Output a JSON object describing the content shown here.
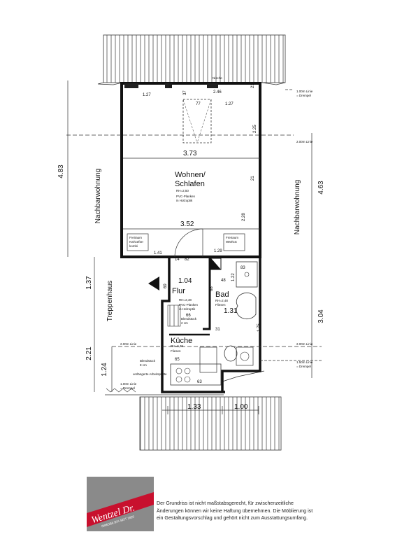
{
  "rooms": {
    "wohnen": {
      "name_line1": "Wohnen/",
      "name_line2": "Schlafen",
      "height": "RH=2,50",
      "floor_line1": "PVC-Planken",
      "floor_line2": "in Holzoptik"
    },
    "flur": {
      "name": "Flur",
      "height": "RH=2,48",
      "floor_line1": "PVC-Planken",
      "floor_line2": "in Holzoptik"
    },
    "bad": {
      "name": "Bad",
      "height": "RH=2,48",
      "floor": "Fliesen"
    },
    "kueche": {
      "name": "Küche",
      "height": "RH=2,48",
      "floor": "Fliesen"
    }
  },
  "labels": {
    "nachbar_left": "Nachbarwohnung",
    "nachbar_right": "Nachbarwohnung",
    "treppenhaus": "Treppenhaus",
    "nische": "Nische",
    "freiraum_left_1": "Freiraum",
    "freiraum_left_2": "KS/Geförr",
    "freiraum_left_3": "kombi",
    "freiraum_right_1": "Freiraum",
    "freiraum_right_2": "WM/GS",
    "blendstueck_1": "Blendstück",
    "blendstueck_2": "2 cm",
    "blendstueck_k1": "Blendstück",
    "blendstueck_k2": "8 cm",
    "arbeitsplatte": "verlängerte Arbeitsplatte",
    "line_100_top_1": "1.00m Linie",
    "line_100_top_2": "= Drempel",
    "line_200_top": "2.00m Linie",
    "line_200_left": "2.00m Linie",
    "line_200_right": "2.00m Linie",
    "line_150_1": "1.50m Linie",
    "line_150_2": "= Drempel",
    "line_100_bot_1": "1.00m Linie",
    "line_100_bot_2": "= Drempel"
  },
  "dimensions": {
    "d483": "4.83",
    "d463": "4.63",
    "d373": "3.73",
    "d352": "3.52",
    "d137": "1.37",
    "d221": "2.21",
    "d124": "1.24",
    "d304": "3.04",
    "d104": "1.04",
    "d131": "1.31",
    "d133": "1.33",
    "d100": "1.00",
    "d246": "2.46",
    "d127a": "1.27",
    "d127b": "1.27",
    "d77": "77",
    "d37": "37",
    "d20": "20",
    "d21a": "21",
    "d21b": "21",
    "d225": "2.25",
    "d228": "2.28",
    "d141": "1.41",
    "d129": "1.29",
    "d82": "82",
    "d83": "83",
    "d122": "1.22",
    "d48": "48",
    "d68": "68",
    "d66": "66",
    "d31": "31",
    "d175": "1.75",
    "d63": "63",
    "d65": "65",
    "d69": "69",
    "d14": "14"
  },
  "footer": {
    "logo_main": "Wentzel Dr.",
    "logo_sub": "IMMOBILIEN SEIT 1820",
    "text_line1": "Der Grundriss ist nicht maßstabsgerecht, für zwischenzeitliche",
    "text_line2": "Änderungen können wir keine Haftung übernehmen. Die Möblierung ist",
    "text_line3": "ein Gestaltungsvorschlag und gehört nicht zum Ausstattungsumfang."
  },
  "colors": {
    "logo_red": "#c8102e",
    "ink": "#111111"
  }
}
